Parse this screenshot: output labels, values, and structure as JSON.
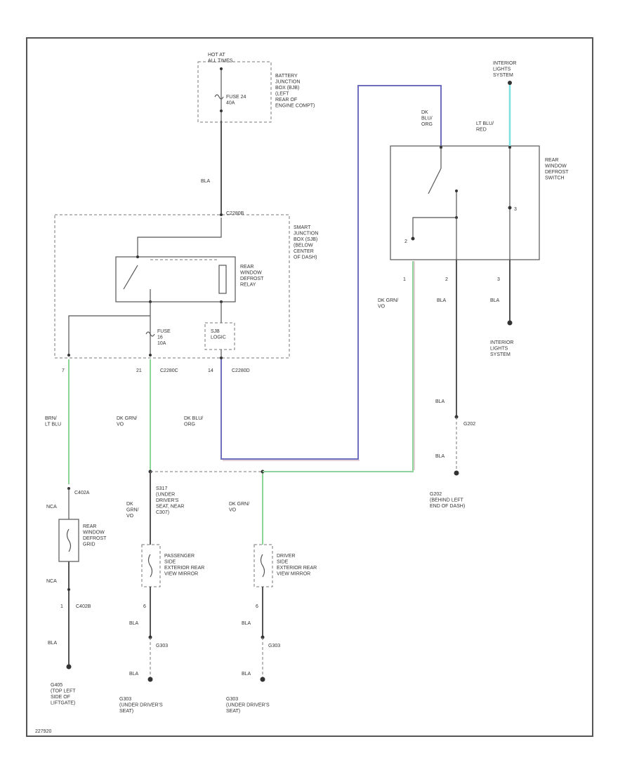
{
  "colors": {
    "wire": "#555555",
    "green": "#8fd39a",
    "blue": "#6e6fbf",
    "pink": "#c9a3a8",
    "cyan": "#7fe0e0"
  },
  "labels": {
    "hot_at_all_times": "HOT AT\nALL TIMES",
    "fuse_24": "FUSE 24\n40A",
    "bjb": "BATTERY\nJUNCTION\nBOX (BJB)\n(LEFT\nREAR OF\nENGINE COMPT)",
    "wire_bla_top": "BLA",
    "conn_c2280b": "C2280B",
    "sjb": "SMART\nJUNCTION\nBOX (SJB)\n(BELOW\nCENTER\nOF DASH)",
    "relay": "REAR\nWINDOW\nDEFROST\nRELAY",
    "fuse_16": "FUSE\n16\n10A",
    "sjb_logic": "SJB\nLOGIC",
    "pin_7": "7",
    "pin_21": "21",
    "conn_c2280c": "C2280C",
    "pin_14": "14",
    "conn_c2280d": "C2280D",
    "wire_brn_ltblu": "BRN/\nLT BLU",
    "wire_dkgrn_vo_1": "DK GRN/\nVO",
    "wire_dkblu_org_1": "DK BLU/\nORG",
    "interior_lights_top": "INTERIOR\nLIGHTS\nSYSTEM",
    "wire_dkblu_org_2": "DK\nBLU/\nORG",
    "wire_ltblu_red": "LT BLU/\nRED",
    "switch": "REAR\nWINDOW\nDEFROST\nSWITCH",
    "sw_pin_1": "1",
    "sw_pin_2": "2",
    "sw_pin_3": "3",
    "wire_dkgrn_vo_2": "DK GRN/\nVO",
    "wire_bla_p2": "BLA",
    "wire_bla_p3": "BLA",
    "interior_lights_bottom": "INTERIOR\nLIGHTS\nSYSTEM",
    "wire_bla_g202a": "BLA",
    "g202": "G202",
    "wire_bla_g202b": "BLA",
    "g202_loc": "G202\n(BEHIND LEFT\nEND OF DASH)",
    "conn_c402a": "C402A",
    "nca_1": "NCA",
    "grid": "REAR\nWINDOW\nDEFROST\nGRID",
    "nca_2": "NCA",
    "conn_c402b": "C402B",
    "wire_bla_grid": "BLA",
    "g405": "G405\n(TOP LEFT\nSIDE OF\nLIFTGATE)",
    "splice": "S317\n(UNDER\nDRIVER'S\nSEAT, NEAR\nC307)",
    "wire_dkgrn_vo_3": "DK\nGRN/\nVO",
    "pass_mirror": "PASSENGER\nSIDE\nEXTERIOR REAR\nVIEW MIRROR",
    "wire_dkgrn_vo_4": "DK GRN/\nVO",
    "driver_mirror": "DRIVER\nSIDE\nEXTERIOR REAR\nVIEW MIRROR",
    "wire_bla_pm": "BLA",
    "g303_a": "G303",
    "wire_bla_pm2": "BLA",
    "g303_pm_loc": "G303\n(UNDER DRIVER'S\nSEAT)",
    "wire_bla_dm": "BLA",
    "g303_b": "G303",
    "wire_bla_dm2": "BLA",
    "g303_dm_loc": "G303\n(UNDER DRIVER'S\nSEAT)",
    "pin_s2": "2",
    "pin_s3": "3",
    "pin_mirror_left": "6",
    "pin_mirror_right": "6",
    "pin_grid": "1",
    "figure_id": "227920"
  }
}
